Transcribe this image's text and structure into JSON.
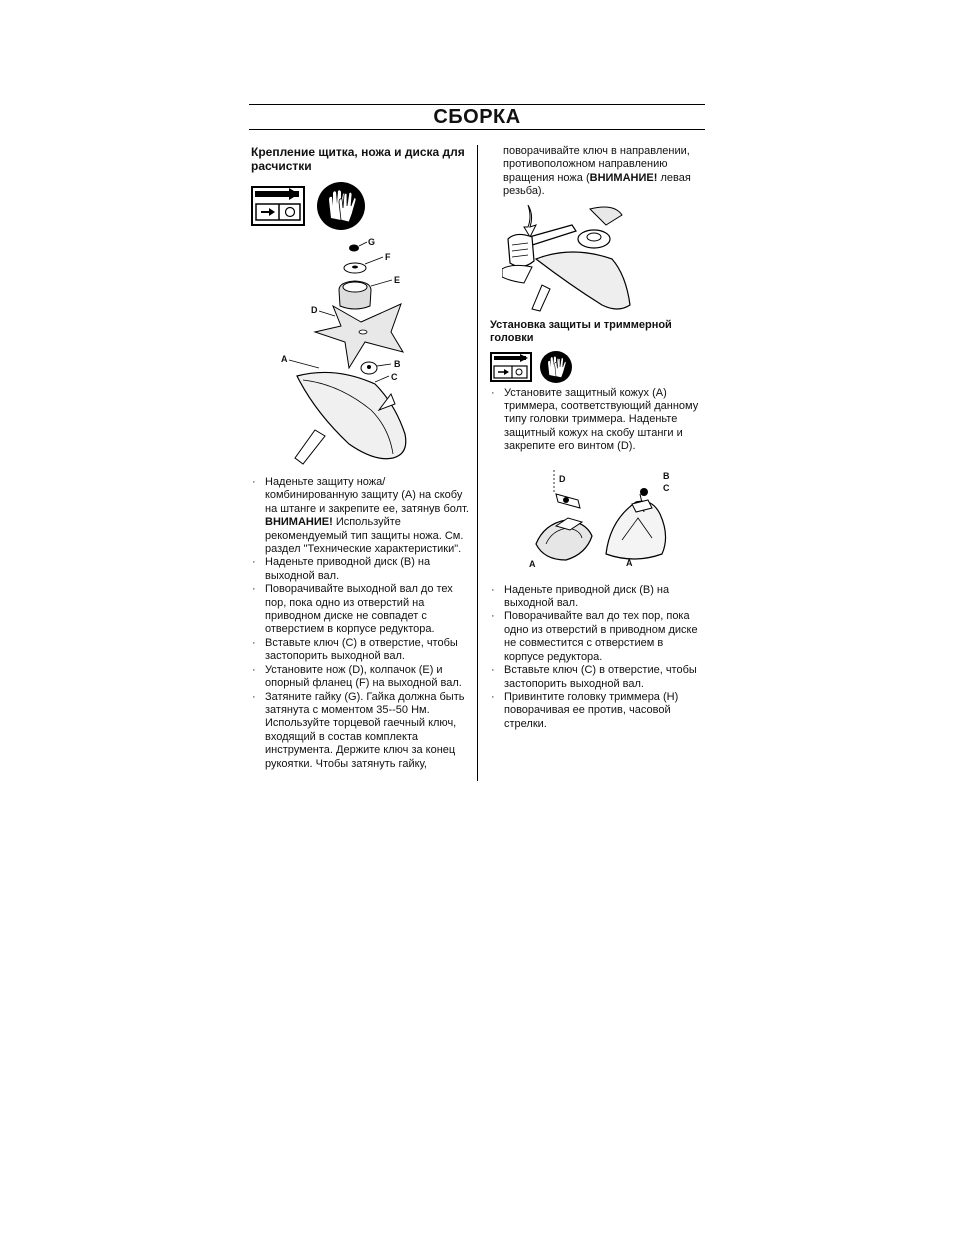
{
  "page": {
    "title": "СБОРКА"
  },
  "left": {
    "heading": "Крепление щитка, ножа и диска для расчистки",
    "figure_labels": {
      "G": "G",
      "F": "F",
      "E": "E",
      "D": "D",
      "A": "A",
      "B": "B",
      "C": "C"
    },
    "bullets": [
      {
        "text": "Наденьте защиту ножа/ комбинированную защиту (A) на скобу на штанге и закрепите ее, затянув болт. ",
        "bold": "ВНИМАНИЕ!",
        "after": " Используйте рекомендуемый тип защиты ножа. См. раздел \"Технические характеристики\"."
      },
      {
        "text": "Наденьте приводной диск (B) на выходной вал."
      },
      {
        "text": "Поворачивайте выходной вал до тех пор, пока одно из отверстий на приводном диске не совпадет с отверстием в корпусе редуктора."
      },
      {
        "text": "Вставьте ключ (C) в отверстие, чтобы застопорить выходной вал."
      },
      {
        "text": "Установите нож (D), колпачок (E) и опорный фланец (F) на выходной вал."
      },
      {
        "text": "Затяните гайку (G). Гайка должна быть затянута с моментом 35--50 Нм. Используйте торцевой гаечный ключ, входящий в состав комплекта инструмента. Держите ключ за конец рукоятки. Чтобы затянуть гайку,"
      }
    ]
  },
  "right": {
    "continuation": {
      "text": "поворачивайте ключ в направлении, противоположном направлению вращения ножа (",
      "bold": "ВНИМАНИЕ!",
      "after": " левая резьба)."
    },
    "heading": "Установка защиты и триммерной головки",
    "bullets_a": [
      {
        "text": "Установите защитный кожух (A) триммера, соответствующий данному типу головки триммера. Наденьте защитный кожух на скобу штанги и закрепите его винтом (D)."
      }
    ],
    "figure_labels": {
      "D": "D",
      "A1": "A",
      "B": "B",
      "C": "C",
      "A2": "A"
    },
    "bullets_b": [
      {
        "text": "Наденьте приводной диск (B) на выходной вал."
      },
      {
        "text": "Поворачивайте вал до тех пор, пока одно из отверстий в приводном диске не совместится с отверстием в корпусе редуктора."
      },
      {
        "text": "Вставьте ключ (C) в отверстие, чтобы застопорить выходной вал."
      },
      {
        "text": "Привинтите головку триммера (H) поворачивая ее против, часовой стрелки."
      }
    ]
  }
}
